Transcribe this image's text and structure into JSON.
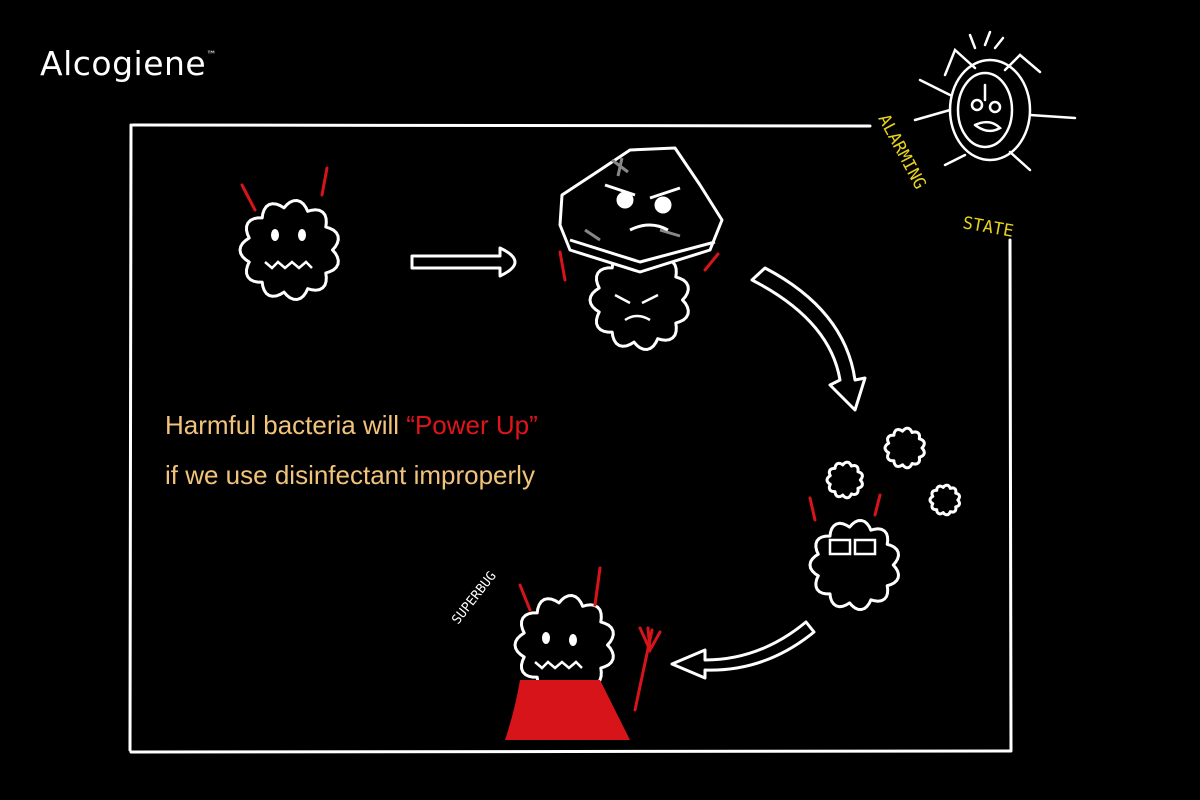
{
  "brand": {
    "name": "Alcogiene",
    "trademark": "™"
  },
  "caption": {
    "line1_prefix": "Harmful bacteria will ",
    "line1_highlight": "“Power Up”",
    "line2": "if we use disinfectant improperly"
  },
  "labels": {
    "alarming": "ALARMING STATE",
    "superbug": "SUPERBUG"
  },
  "colors": {
    "caption": "#f2c37b",
    "highlight": "#e0141b",
    "alarm": "#e6d21e",
    "line": "#ffffff"
  }
}
